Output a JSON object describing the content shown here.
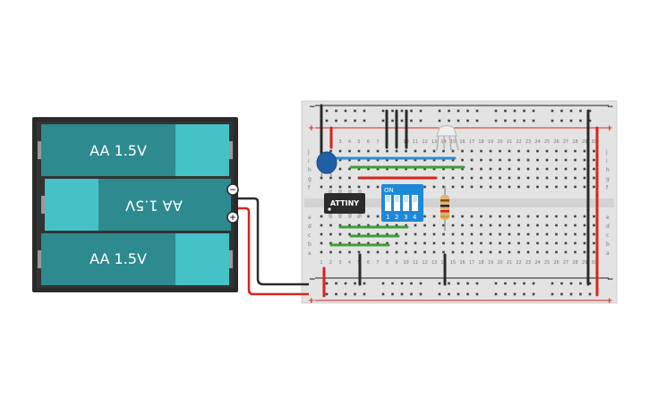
{
  "battery_pack": {
    "cell_top": "AA 1.5V",
    "cell_middle": "AA 1.5V",
    "cell_bottom": "AA 1.5V",
    "terminal_negative": "−",
    "terminal_positive": "+"
  },
  "breadboard": {
    "rail_minus": "−",
    "rail_plus": "+",
    "rows_top": [
      "j",
      "i",
      "h",
      "g",
      "f"
    ],
    "rows_bottom": [
      "e",
      "d",
      "c",
      "b",
      "a"
    ],
    "column_count": 30
  },
  "components": {
    "ic_label": "ATTINY",
    "dip_switch_on": "ON",
    "dip_switch_numbers": [
      "1",
      "2",
      "3",
      "4"
    ]
  },
  "colors": {
    "battery_body": "#2d8a8f",
    "battery_cap": "#44c2c7",
    "battery_case": "#2a2a2a",
    "wire_red": "#d9231d",
    "wire_black": "#2a2a2a",
    "wire_green": "#3f9e3a",
    "wire_blue": "#2f8bd1",
    "capacitor": "#1f5fa8",
    "dip_switch": "#1e88d8"
  }
}
